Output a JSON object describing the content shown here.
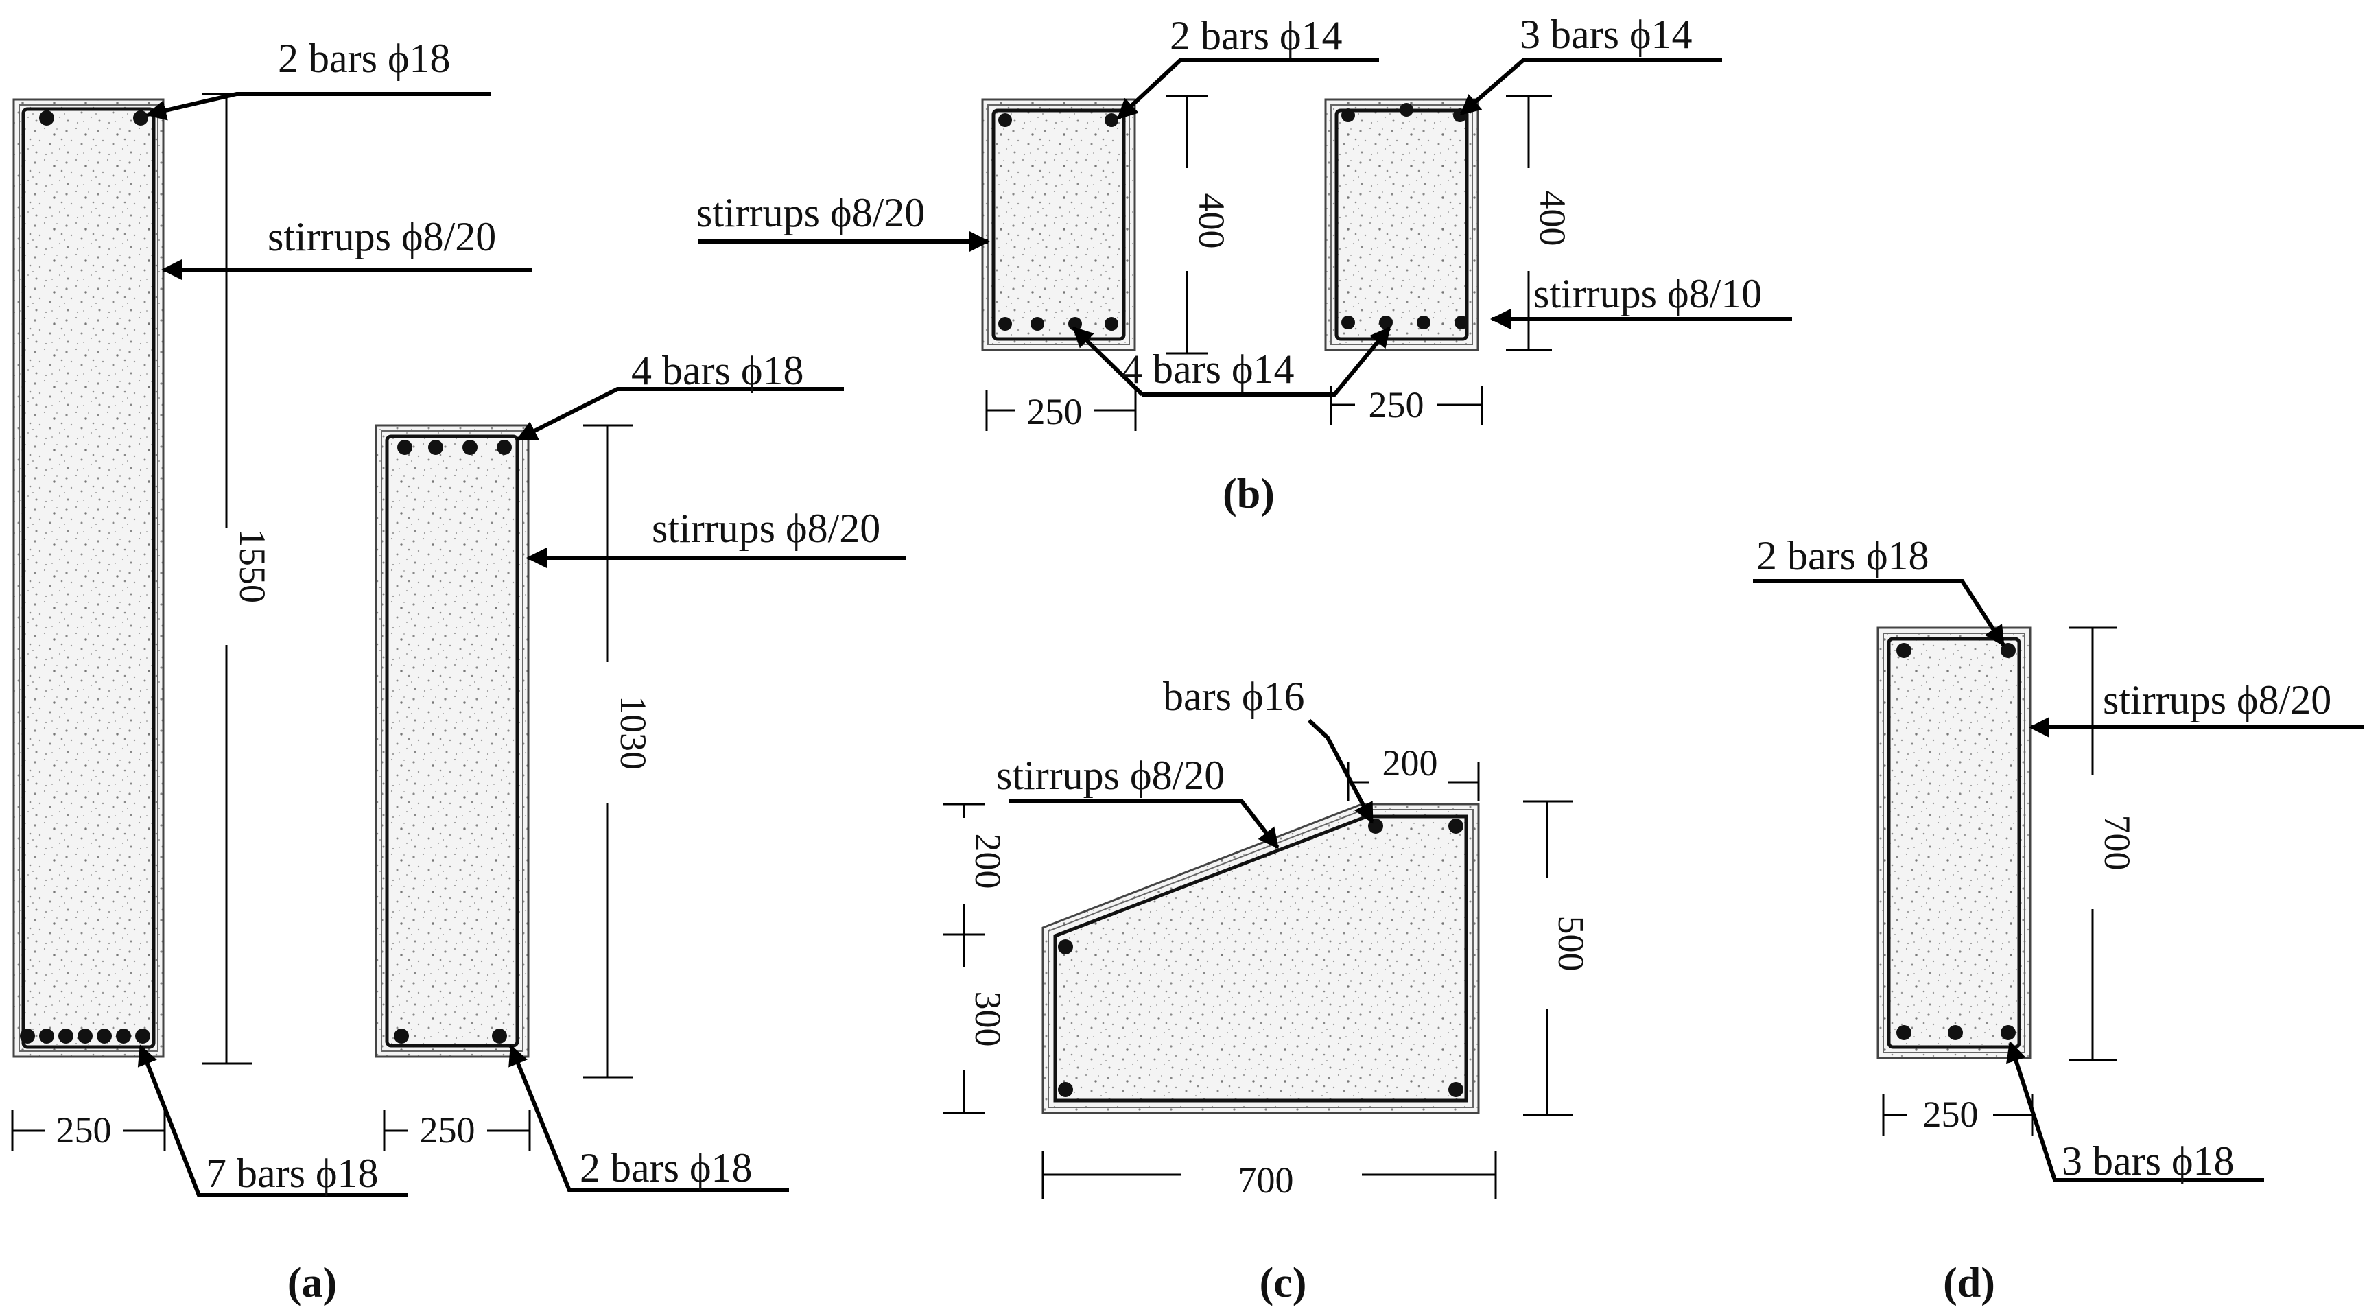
{
  "figure": {
    "captions": {
      "a": "(a)",
      "b": "(b)",
      "c": "(c)",
      "d": "(d)"
    },
    "sections": {
      "a1": {
        "top_bars": "2 bars ϕ18",
        "stirrups": "stirrups ϕ8/20",
        "bottom_bars": "7 bars ϕ18",
        "height": "1550",
        "width": "250"
      },
      "a2": {
        "top_bars": "4 bars ϕ18",
        "stirrups": "stirrups ϕ8/20",
        "bottom_bars": "2 bars ϕ18",
        "height": "1030",
        "width": "250"
      },
      "b1": {
        "top_bars": "2 bars ϕ14",
        "stirrups": "stirrups ϕ8/20",
        "height": "400",
        "width": "250"
      },
      "b2": {
        "top_bars": "3 bars ϕ14",
        "stirrups": "stirrups ϕ8/10",
        "height": "400",
        "width": "250"
      },
      "b_shared": {
        "bottom_bars": "4 bars ϕ14"
      },
      "c": {
        "bars": "bars ϕ16",
        "stirrups": "stirrups ϕ8/20",
        "top_width": "200",
        "upper_height": "200",
        "lower_height": "300",
        "total_height": "500",
        "width": "700"
      },
      "d": {
        "top_bars": "2 bars ϕ18",
        "stirrups": "stirrups ϕ8/20",
        "bottom_bars": "3 bars ϕ18",
        "height": "700",
        "width": "250"
      }
    }
  }
}
